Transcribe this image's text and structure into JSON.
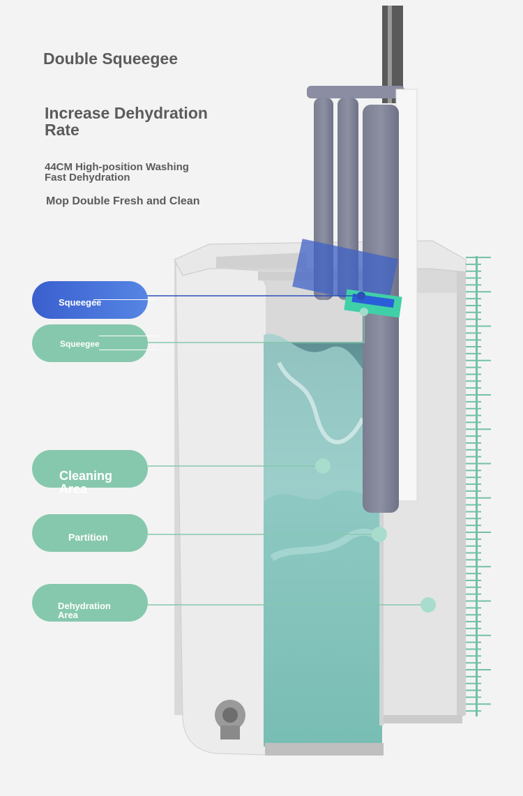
{
  "headlines": {
    "title": "Double Squeegee",
    "subtitle": "Increase Dehydration\n Rate",
    "feature_1": "44CM High-position Washing\n Fast Dehydration",
    "feature_2": "Mop Double Fresh and Clean"
  },
  "callouts": [
    {
      "label": "Squeegee",
      "color": "#4a74dc"
    },
    {
      "label": "Squeegee",
      "color": "#86c8ad"
    },
    {
      "label": "Cleaning\n Area",
      "color": "#86c8ad"
    },
    {
      "label": "Partition",
      "color": "#86c8ad"
    },
    {
      "label": "Dehydration\n Area",
      "color": "#86c8ad"
    }
  ],
  "colors": {
    "accent_blue": "#3a5fce",
    "accent_green": "#86c8ad",
    "water": "#7fc5bd",
    "bucket": "#e3e3e3",
    "ruler": "#72c1a6"
  },
  "icons": [
    "mop-illustration",
    "bucket-illustration",
    "ruler-scale",
    "drain-plug-icon"
  ]
}
